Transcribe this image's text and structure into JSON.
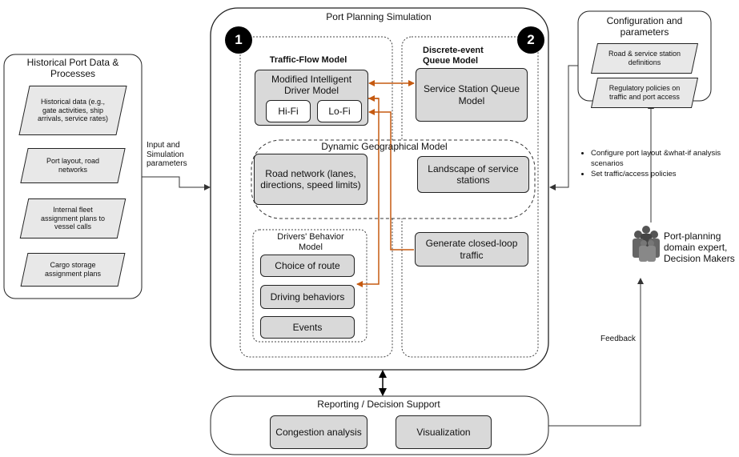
{
  "simulation": {
    "title": "Port Planning Simulation",
    "badge_1": "1",
    "badge_2": "2"
  },
  "traffic_flow": {
    "title": "Traffic-Flow Model",
    "idm_label": "Modified Intelligent Driver Model",
    "hifi_label": "Hi-Fi",
    "lofi_label": "Lo-Fi"
  },
  "discrete_event": {
    "title": "Discrete-event Queue Model",
    "queue_label": "Service Station Queue Model"
  },
  "dynamic_geo": {
    "title": "Dynamic Geographical Model",
    "road_network": "Road network (lanes, directions, speed limits)",
    "landscape": "Landscape of service stations"
  },
  "closed_loop": {
    "label": "Generate closed-loop traffic"
  },
  "drivers": {
    "title": "Drivers' Behavior Model",
    "route": "Choice of route",
    "driving": "Driving behaviors",
    "events": "Events"
  },
  "historical": {
    "title": "Historical Port Data & Processes",
    "items": [
      "Historical data (e.g., gate activities, ship arrivals, service rates)",
      "Port layout, road networks",
      "Internal fleet assignment plans to vessel calls",
      "Cargo storage assignment plans"
    ]
  },
  "input_params": "Input and Simulation parameters",
  "config": {
    "title": "Configuration and parameters",
    "items": [
      "Road & service station definitions",
      "Regulatory policies on traffic and port access"
    ]
  },
  "bullets": [
    "Configure port layout &what-if analysis scenarios",
    "Set traffic/access policies"
  ],
  "experts": {
    "label": "Port-planning domain expert, Decision Makers",
    "icon": "people-group-icon"
  },
  "feedback": "Feedback",
  "reporting": {
    "title": "Reporting / Decision Support",
    "congestion": "Congestion analysis",
    "visualization": "Visualization"
  },
  "colors": {
    "arrow_orange": "#c55a11",
    "box_gray": "#d9d9d9",
    "line": "#222222"
  }
}
